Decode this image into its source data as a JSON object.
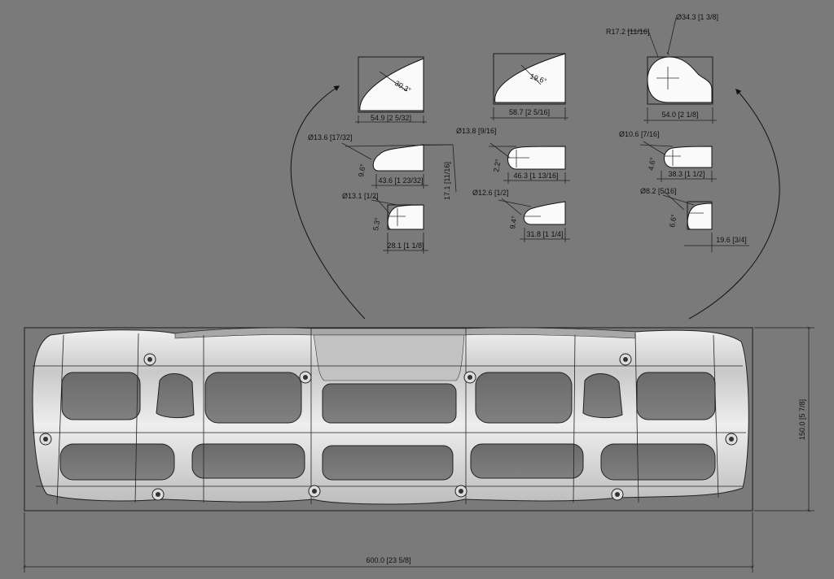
{
  "board": {
    "overall_width": "600.0 [23 5/8]",
    "overall_height": "150.0 [5 7/8]"
  },
  "profiles": [
    {
      "id": "p1",
      "width": "54.9 [2 5/32]",
      "angle": "30.3°"
    },
    {
      "id": "p2",
      "width": "58.7 [2 5/16]",
      "angle": "19.6°"
    },
    {
      "id": "p3",
      "width": "54.0 [2 1/8]",
      "radius": "R17.2 [11/16]",
      "diameter": "Ø34.3 [1 3/8]"
    },
    {
      "id": "p4",
      "width": "43.6 [1 23/32]",
      "angle": "9.6°",
      "diameter": "Ø13.6 [17/32]",
      "depth": "17.1 [11/16]"
    },
    {
      "id": "p5",
      "width": "46.3 [1 13/16]",
      "angle": "2.2°",
      "diameter": "Ø13.8 [9/16]"
    },
    {
      "id": "p6",
      "width": "38.3 [1 1/2]",
      "angle": "4.6°",
      "diameter": "Ø10.6 [7/16]"
    },
    {
      "id": "p7",
      "width": "28.1 [1 1/8]",
      "angle": "5.3°",
      "diameter": "Ø13.1 [1/2]"
    },
    {
      "id": "p8",
      "width": "31.8 [1 1/4]",
      "angle": "9.4°",
      "diameter": "Ø12.6 [1/2]"
    },
    {
      "id": "p9",
      "width": "19.6 [3/4]",
      "angle": "6.6°",
      "diameter": "Ø8.2 [5/16]"
    }
  ]
}
